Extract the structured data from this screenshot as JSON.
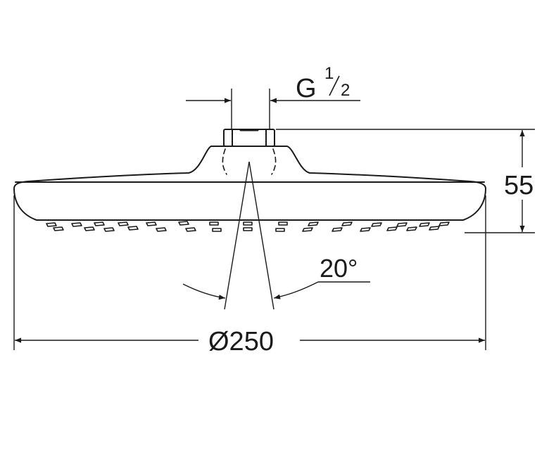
{
  "drawing": {
    "thread_label": "G",
    "thread_fraction_num": "1",
    "thread_fraction_den": "2",
    "height_label": "55",
    "angle_label": "20°",
    "diameter_label": "Ø250"
  },
  "colors": {
    "line": "#1a1a1a",
    "background": "#ffffff"
  }
}
